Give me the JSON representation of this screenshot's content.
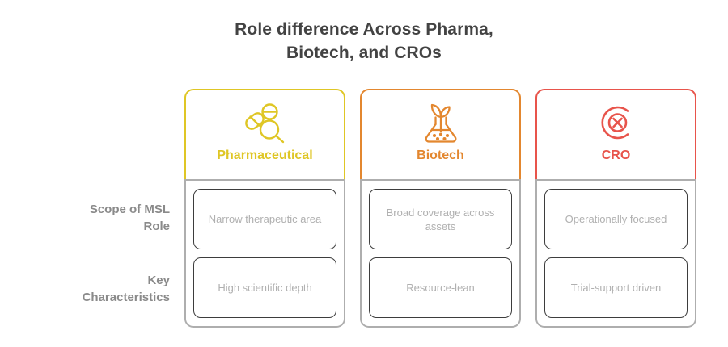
{
  "title": {
    "line1": "Role difference Across Pharma,",
    "line2": "Biotech, and CROs"
  },
  "colors": {
    "pharmaceutical": "#DFC625",
    "biotech": "#E3872F",
    "cro": "#E8544B",
    "title_text": "#434343",
    "row_label_text": "#8a8a8a",
    "cell_text": "#b0b0b0",
    "cell_border": "#3d3d3d",
    "body_border": "#aeaeae"
  },
  "row_labels": [
    {
      "line1": "Scope of MSL",
      "line2": "Role"
    },
    {
      "line1": "Key",
      "line2": "Characteristics"
    }
  ],
  "columns": [
    {
      "key": "pharmaceutical",
      "title": "Pharmaceutical",
      "icon": "pills-magnifier-icon",
      "accent": "#DFC625",
      "cells": [
        {
          "line1": "Narrow therapeutic",
          "line2": "area"
        },
        {
          "line1": "High scientific depth",
          "line2": ""
        }
      ]
    },
    {
      "key": "biotech",
      "title": "Biotech",
      "icon": "flask-sprout-icon",
      "accent": "#E3872F",
      "cells": [
        {
          "line1": "Broad coverage",
          "line2": "across assets"
        },
        {
          "line1": "Resource-lean",
          "line2": ""
        }
      ]
    },
    {
      "key": "cro",
      "title": "CRO",
      "icon": "c-cross-icon",
      "accent": "#E8544B",
      "cells": [
        {
          "line1": "Operationally",
          "line2": "focused"
        },
        {
          "line1": "Trial-support driven",
          "line2": ""
        }
      ]
    }
  ]
}
